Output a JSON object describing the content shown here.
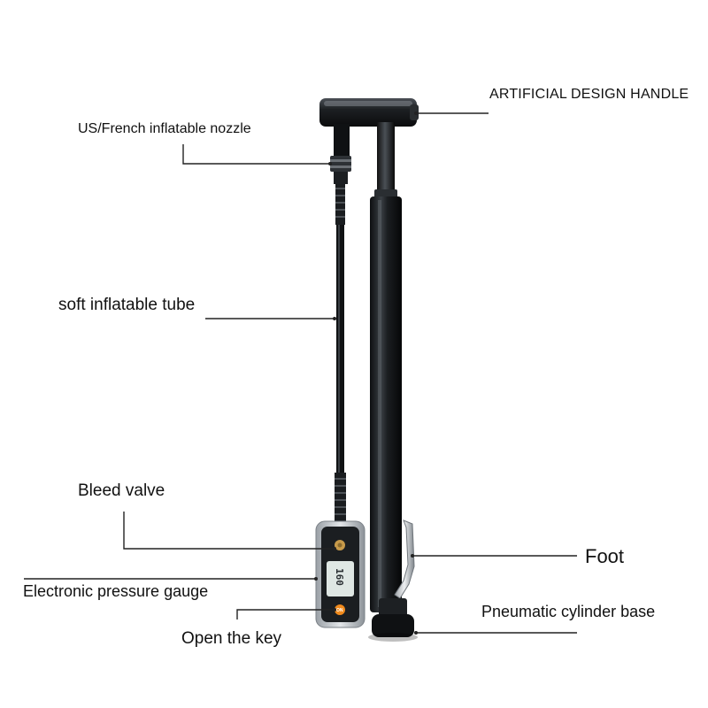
{
  "labels": {
    "handle": "ARTIFICIAL DESIGN HANDLE",
    "nozzle": "US/French inflatable nozzle",
    "tube": "soft inflatable tube",
    "bleed_valve": "Bleed valve",
    "foot": "Foot",
    "gauge": "Electronic pressure gauge",
    "base": "Pneumatic cylinder base",
    "open_key": "Open the key"
  },
  "gauge": {
    "reading": "160",
    "key_text": "ON"
  },
  "colors": {
    "pump_body": "#15181b",
    "highlight": "#6b7075",
    "gauge_housing": "#c9cdd1",
    "lcd": "#dfe7e4",
    "key_button": "#f08a1c",
    "valve_brass": "#c79a4a",
    "leader_line": "#222222"
  }
}
